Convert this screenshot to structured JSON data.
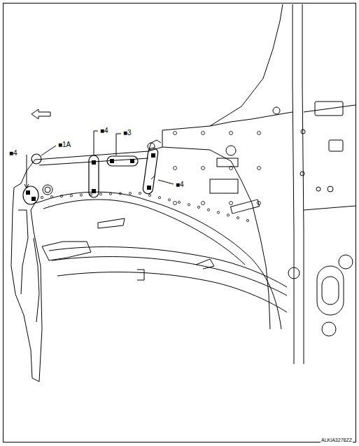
{
  "diagram": {
    "labels": [
      "■4",
      "■1A",
      "■4",
      "■3",
      "■4",
      "ALKIA3278ZZ"
    ]
  }
}
